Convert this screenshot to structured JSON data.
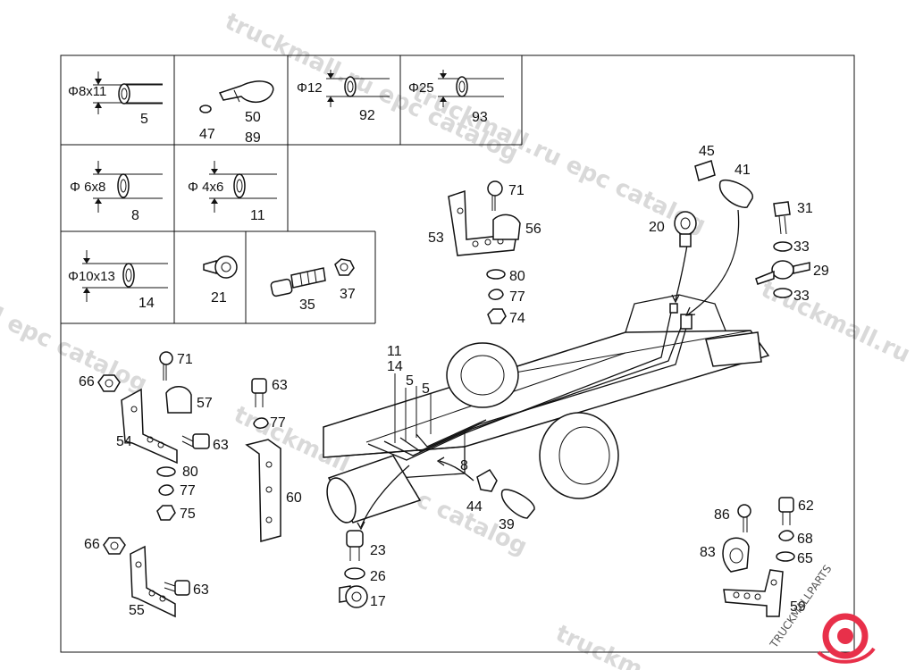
{
  "watermarks": {
    "top": "truckmall.ru epc catalog",
    "upper_middle": "truckmall.ru epc catalog",
    "right": "truckmall.ru e",
    "left": "l epc catalog",
    "middle": "truckmall.ru epc catalog",
    "bottom": "truckm"
  },
  "logo": {
    "text": "TRUCKMALLPARTS",
    "accent": "#e8304a"
  },
  "table": {
    "cells": [
      {
        "dim": "Φ8x11",
        "parts": [
          "5"
        ]
      },
      {
        "dim": "",
        "parts": [
          "47",
          "50",
          "89"
        ]
      },
      {
        "dim": "Φ12",
        "parts": [
          "92"
        ]
      },
      {
        "dim": "Φ25",
        "parts": [
          "93"
        ]
      },
      {
        "dim": "Φ 6x8",
        "parts": [
          "8"
        ]
      },
      {
        "dim": "Φ 4x6",
        "parts": [
          "11"
        ]
      },
      {
        "dim": "Φ10x13",
        "parts": [
          "14"
        ]
      },
      {
        "dim": "",
        "parts": [
          "21"
        ]
      },
      {
        "dim": "",
        "parts": [
          "35",
          "37"
        ]
      }
    ]
  },
  "callouts": [
    "71",
    "56",
    "53",
    "80",
    "77",
    "74",
    "45",
    "41",
    "20",
    "31",
    "33",
    "29",
    "33",
    "11",
    "14",
    "5",
    "5",
    "8",
    "71",
    "66",
    "57",
    "54",
    "63",
    "80",
    "77",
    "75",
    "63",
    "77",
    "60",
    "44",
    "39",
    "23",
    "26",
    "17",
    "66",
    "55",
    "63",
    "86",
    "62",
    "83",
    "68",
    "65",
    "59"
  ]
}
